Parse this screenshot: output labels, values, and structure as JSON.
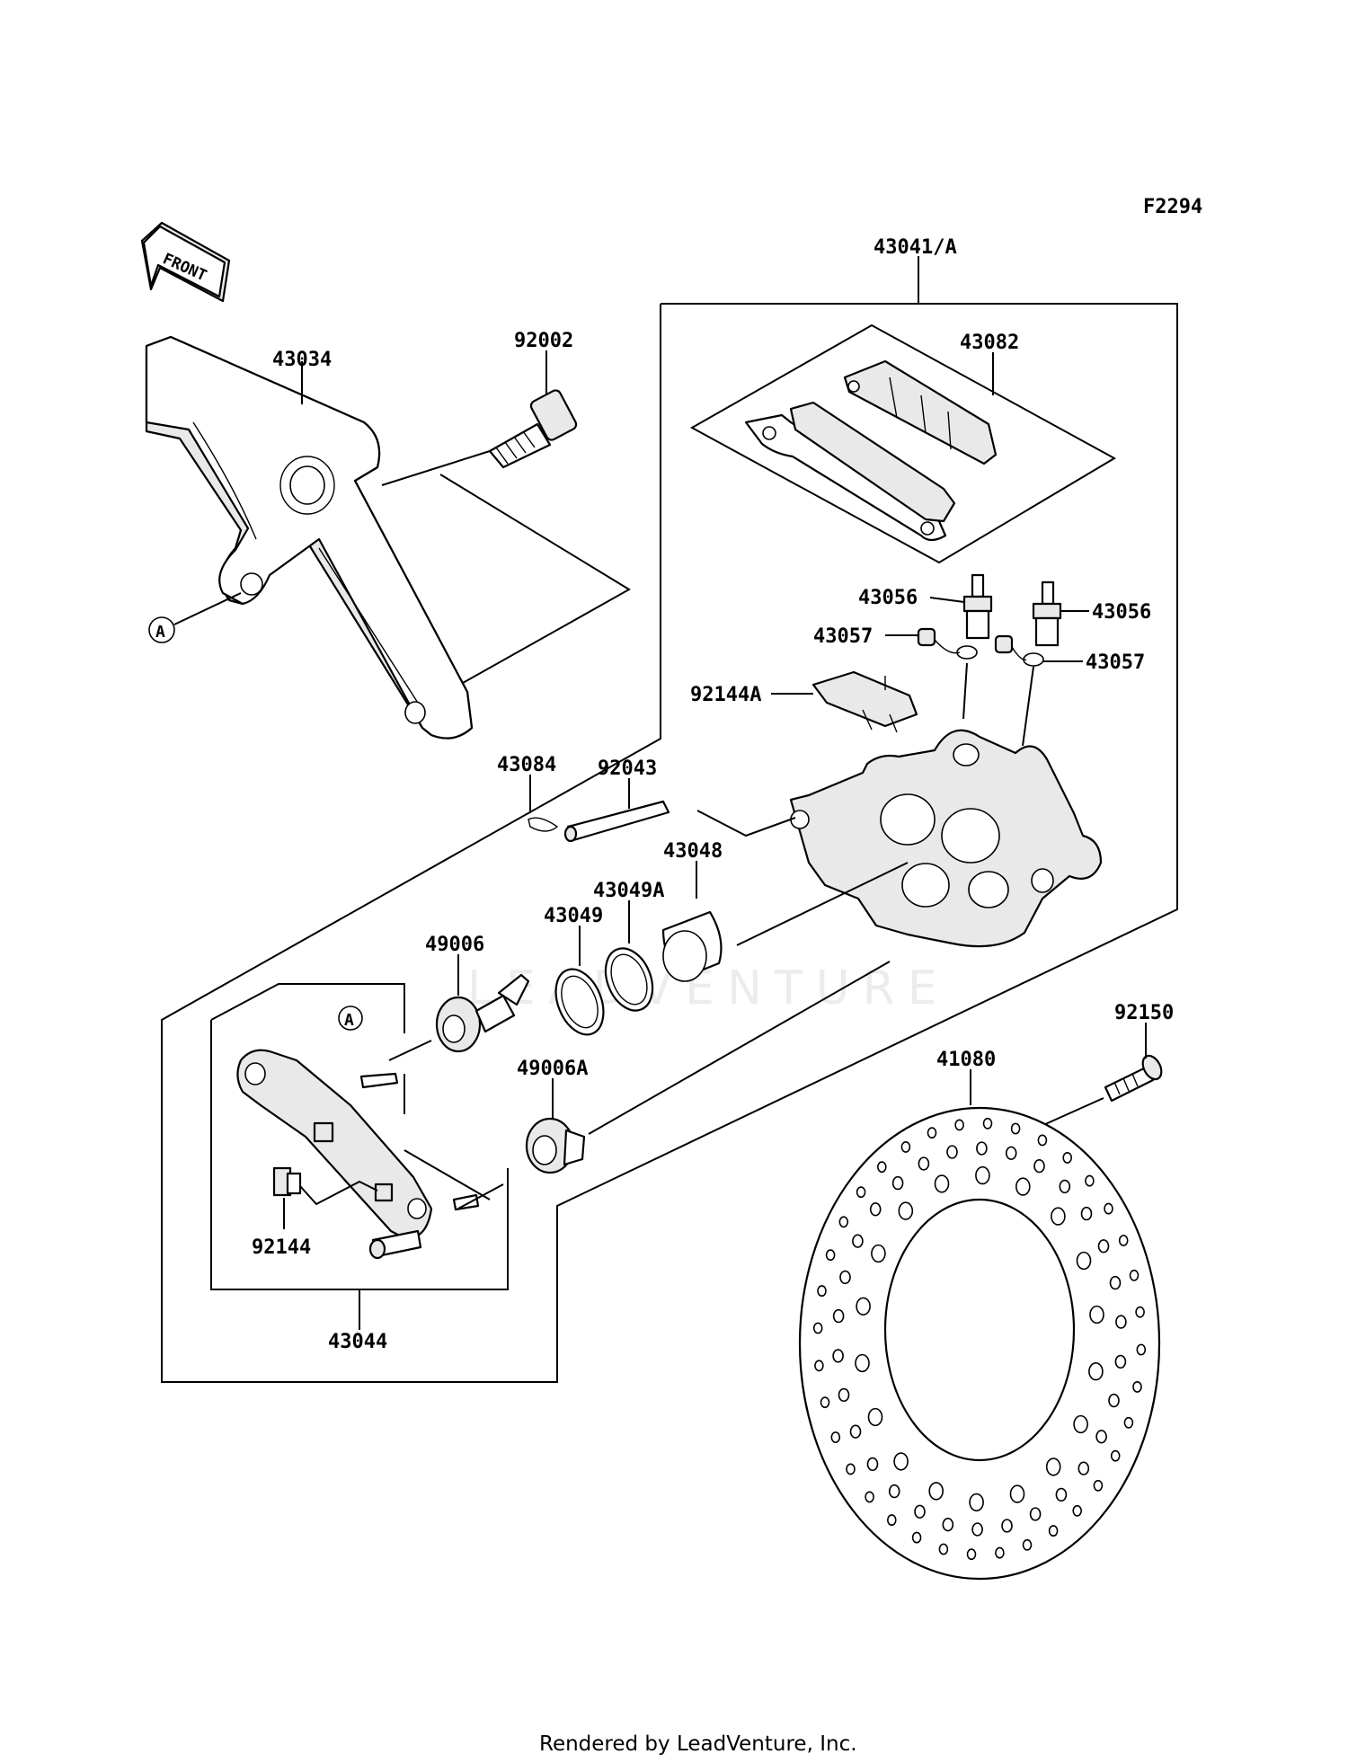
{
  "figure_code": "F2294",
  "front_label": "FRONT",
  "callouts": {
    "p43034": "43034",
    "p92002": "92002",
    "p43041A": "43041/A",
    "p43082": "43082",
    "p43056a": "43056",
    "p43056b": "43056",
    "p43057a": "43057",
    "p43057b": "43057",
    "p92144A": "92144A",
    "p43084": "43084",
    "p92043": "92043",
    "p43048": "43048",
    "p43049A": "43049A",
    "p43049": "43049",
    "p49006": "49006",
    "p49006A": "49006A",
    "p92144": "92144",
    "p43044": "43044",
    "p92150": "92150",
    "p41080": "41080"
  },
  "ref_markers": {
    "a1": "A",
    "a2": "A"
  },
  "watermark": "LEADVENTURE",
  "footer": "Rendered by LeadVenture, Inc."
}
